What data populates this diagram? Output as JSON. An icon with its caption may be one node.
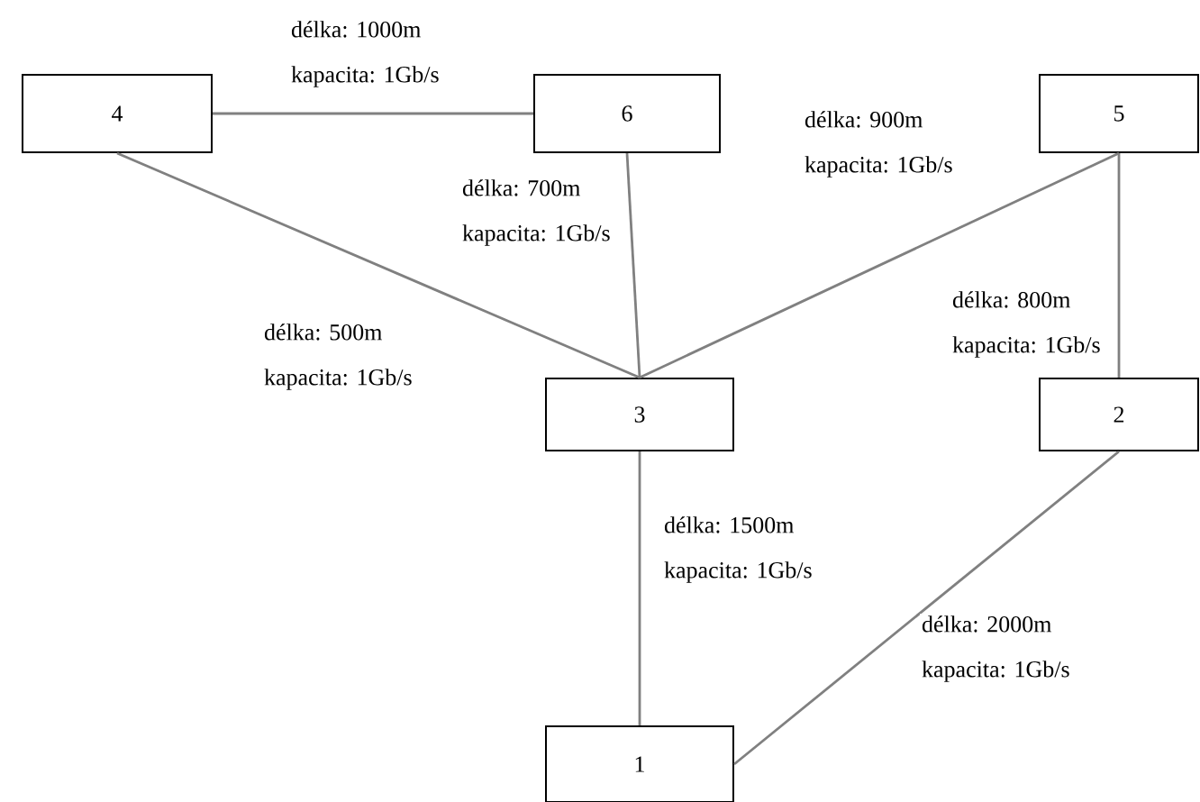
{
  "diagram": {
    "nodes": [
      {
        "text": [
          "4"
        ]
      },
      {
        "text": [
          "6"
        ]
      },
      {
        "text": [
          "5"
        ]
      },
      {
        "text": [
          "3"
        ]
      },
      {
        "text": [
          "2"
        ]
      },
      {
        "text": [
          "1"
        ]
      }
    ],
    "edges": [
      {
        "from": 0,
        "to": 1,
        "arrow": "none",
        "label": "délka: 1000m kapacita: 1Gb/s"
      },
      {
        "from": 0,
        "to": 3,
        "arrow": "none",
        "label": "délka: 500m kapacita: 1Gb/s"
      },
      {
        "from": 1,
        "to": 3,
        "arrow": "none",
        "label": "délka: 700m kapacita: 1Gb/s"
      },
      {
        "from": 2,
        "to": 3,
        "arrow": "none",
        "label": "délka: 900m kapacita: 1Gb/s"
      },
      {
        "from": 2,
        "to": 4,
        "arrow": "none",
        "label": "délka: 800m kapacita: 1Gb/s"
      },
      {
        "from": 3,
        "to": 5,
        "arrow": "none",
        "label": "délka: 1500m kapacita: 1Gb/s"
      },
      {
        "from": 4,
        "to": 5,
        "arrow": "none",
        "label": "délka: 2000m kapacita: 1Gb/s"
      }
    ]
  }
}
